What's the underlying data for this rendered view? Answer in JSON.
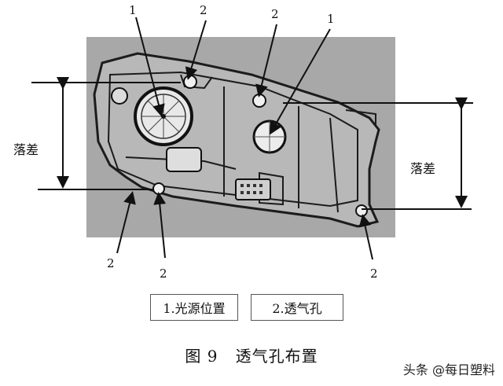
{
  "callouts": {
    "light_source": "1",
    "vent_hole": "2"
  },
  "height_difference": "落差",
  "legend": {
    "item1": "1.光源位置",
    "item2": "2.透气孔"
  },
  "caption": "图 9   透气孔布置",
  "watermark": "头条 @每日塑料"
}
